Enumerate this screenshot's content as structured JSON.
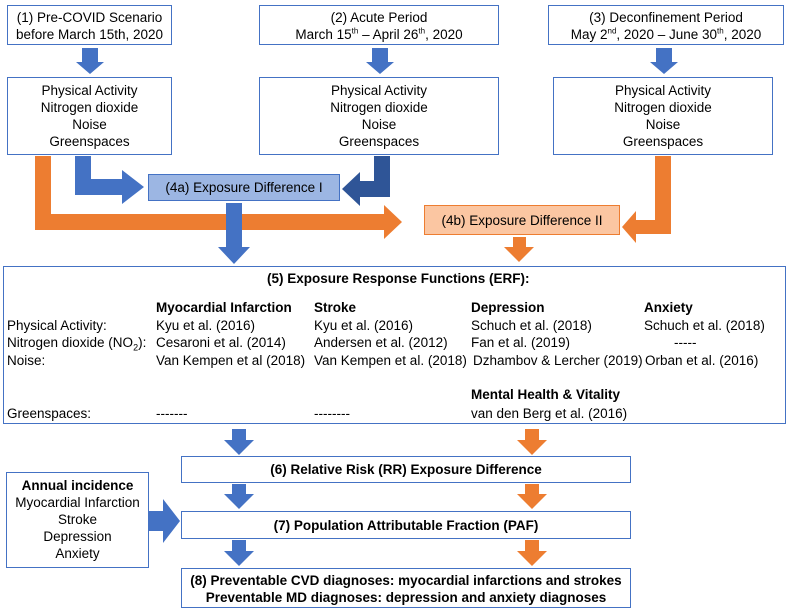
{
  "scenario1": {
    "line1": "(1) Pre-COVID Scenario",
    "line2": "before March 15th, 2020"
  },
  "scenario2": {
    "line1": "(2) Acute Period",
    "pre": "March 15",
    "sup1": "th",
    "mid": " – April 26",
    "sup2": "th",
    "post": ",  2020"
  },
  "scenario3": {
    "line1": "(3) Deconfinement Period",
    "pre": "May 2",
    "sup1": "nd",
    "mid": ", 2020 – June 30",
    "sup2": "th",
    "post": ", 2020"
  },
  "exposures": [
    "Physical Activity",
    "Nitrogen dioxide",
    "Noise",
    "Greenspaces"
  ],
  "diff1": "(4a) Exposure Difference I",
  "diff2": "(4b) Exposure Difference II",
  "erf": {
    "title": "(5) Exposure Response Functions (ERF):",
    "headers": [
      "Myocardial Infarction",
      "Stroke",
      "Depression",
      "Anxiety"
    ],
    "rows": [
      {
        "label": "Physical Activity:",
        "cells": [
          "Kyu et al. (2016)",
          "Kyu et al. (2016)",
          "Schuch et al. (2018)",
          "Schuch et al. (2018)"
        ]
      },
      {
        "label_pre": "Nitrogen dioxide (NO",
        "label_sub": "2",
        "label_post": "):",
        "cells": [
          "Cesaroni et al. (2014)",
          "Andersen et al. (2012)",
          "Fan et al. (2019)",
          "-----"
        ]
      },
      {
        "label": "Noise:",
        "cells": [
          "Van Kempen et al (2018)",
          "Van Kempen et al. (2018)",
          "Dzhambov & Lercher (2019)",
          "Orban et al. (2016)"
        ]
      }
    ],
    "mh_header": "Mental Health & Vitality",
    "green": {
      "label": "Greenspaces:",
      "cells": [
        "-------",
        "--------",
        "van den Berg et al. (2016)"
      ]
    }
  },
  "rr": "(6) Relative Risk (RR) Exposure Difference",
  "paf": "(7) Population Attributable Fraction (PAF)",
  "incidence": {
    "title": "Annual incidence",
    "items": [
      "Myocardial Infarction",
      "Stroke",
      "Depression",
      "Anxiety"
    ]
  },
  "final": {
    "line1": "(8) Preventable CVD diagnoses: myocardial infarctions and strokes",
    "line2": "Preventable MD diagnoses: depression and anxiety diagnoses"
  },
  "colors": {
    "blue": "#4472c4",
    "orange": "#ed7d31",
    "blue_fill": "#9cb6e3",
    "orange_fill": "#fbc6a2"
  }
}
